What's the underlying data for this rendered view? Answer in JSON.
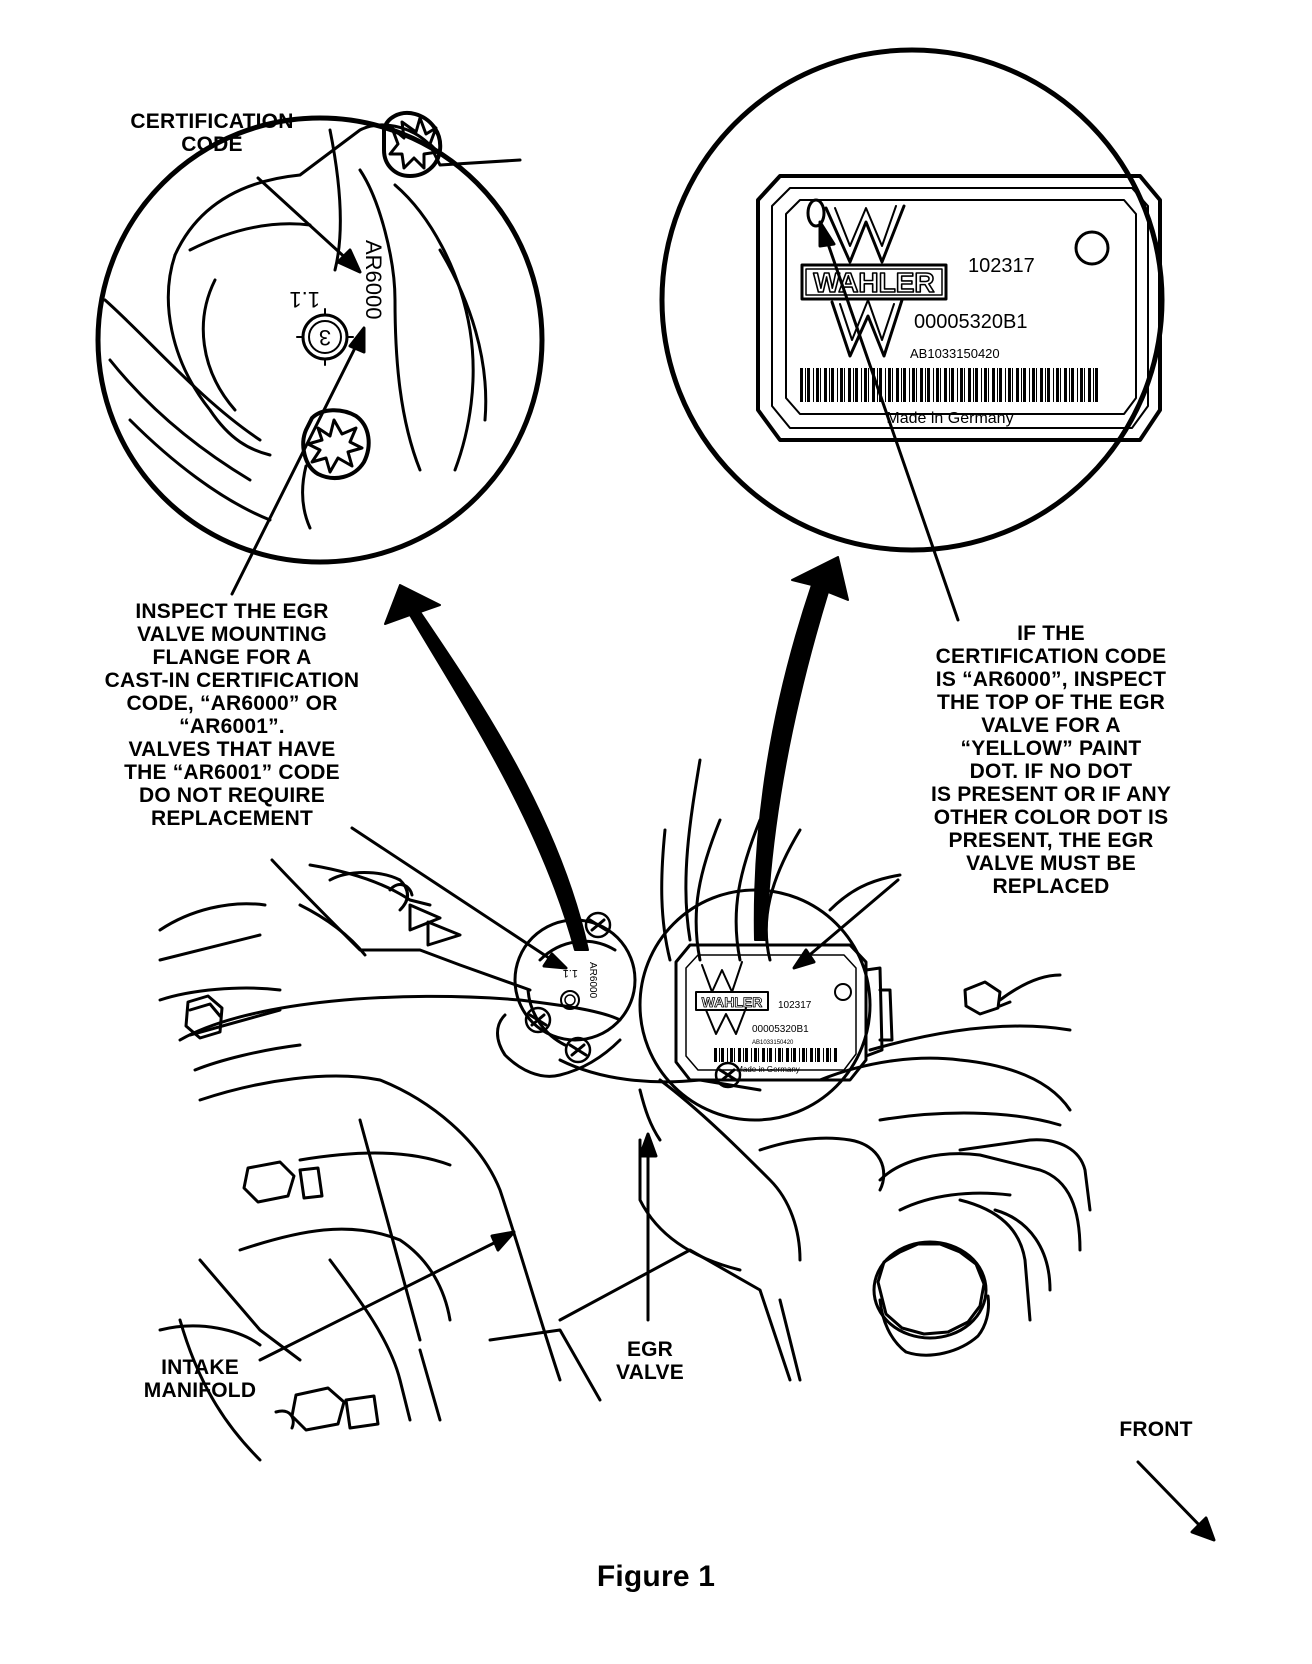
{
  "labels": {
    "certification_code": "CERTIFICATION\nCODE",
    "inspect_flange": "INSPECT THE EGR\nVALVE MOUNTING\nFLANGE FOR A\nCAST-IN CERTIFICATION\nCODE, “AR6000” OR\n“AR6001”.\nVALVES THAT HAVE\nTHE “AR6001” CODE\nDO NOT REQUIRE\nREPLACEMENT",
    "if_certification": "IF THE\nCERTIFICATION CODE\nIS “AR6000”, INSPECT\nTHE TOP OF THE EGR\nVALVE FOR A\n“YELLOW” PAINT\nDOT. IF NO DOT\nIS PRESENT OR IF ANY\nOTHER COLOR DOT IS\nPRESENT, THE EGR\nVALVE MUST BE\nREPLACED",
    "egr_valve": "EGR\nVALVE",
    "intake_manifold": "INTAKE\nMANIFOLD",
    "front": "FRONT",
    "figure_caption": "Figure 1"
  },
  "flange_callout": {
    "cast_code": "AR6000",
    "revision": "1.1",
    "circle_number": "3"
  },
  "label_callout": {
    "brand": "WAHLER",
    "code1": "102317",
    "code2": "00005320B1",
    "code3": "AB1033150420",
    "origin": "Made in Germany"
  },
  "small_valve": {
    "brand": "WAHLER",
    "code1": "102317",
    "code2": "00005320B1",
    "code3": "AB1033150420",
    "origin": "Made in Germany",
    "cast_code": "AR6000",
    "revision": "1.1"
  }
}
